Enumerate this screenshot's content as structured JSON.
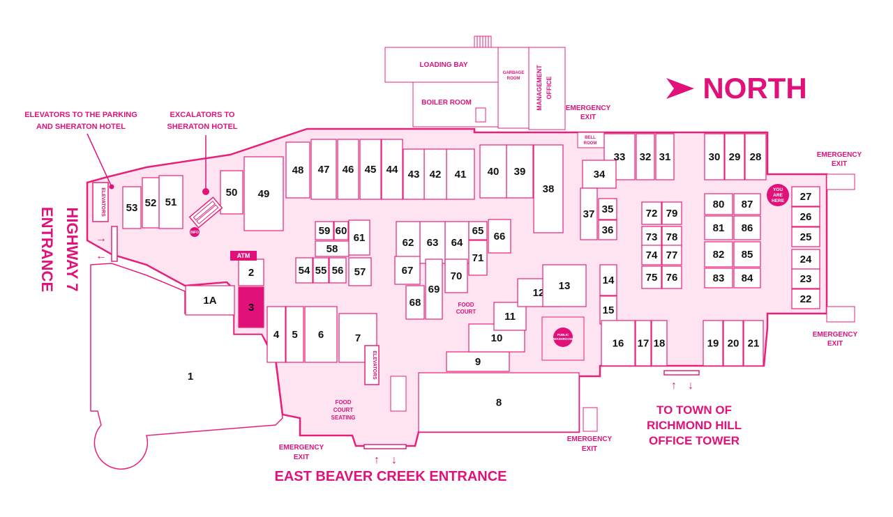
{
  "map": {
    "compass": "NORTH",
    "colors": {
      "accent": "#e0127a",
      "floor": "#fde4f0",
      "unit_fill": "#ffffff",
      "highlight": "#e0127a"
    },
    "units": {
      "u1": "1",
      "u1a": "1A",
      "u2": "2",
      "u3": "3",
      "u4": "4",
      "u5": "5",
      "u6": "6",
      "u7": "7",
      "u8": "8",
      "u9": "9",
      "u10": "10",
      "u11": "11",
      "u12": "12",
      "u13": "13",
      "u14": "14",
      "u15": "15",
      "u16": "16",
      "u17": "17",
      "u18": "18",
      "u19": "19",
      "u20": "20",
      "u21": "21",
      "u22": "22",
      "u23": "23",
      "u24": "24",
      "u25": "25",
      "u26": "26",
      "u27": "27",
      "u28": "28",
      "u29": "29",
      "u30": "30",
      "u31": "31",
      "u32": "32",
      "u33": "33",
      "u34": "34",
      "u35": "35",
      "u36": "36",
      "u37": "37",
      "u38": "38",
      "u39": "39",
      "u40": "40",
      "u41": "41",
      "u42": "42",
      "u43": "43",
      "u44": "44",
      "u45": "45",
      "u46": "46",
      "u47": "47",
      "u48": "48",
      "u49": "49",
      "u50": "50",
      "u51": "51",
      "u52": "52",
      "u53": "53",
      "u54": "54",
      "u55": "55",
      "u56": "56",
      "u57": "57",
      "u58": "58",
      "u59": "59",
      "u60": "60",
      "u61": "61",
      "u62": "62",
      "u63": "63",
      "u64": "64",
      "u65": "65",
      "u66": "66",
      "u67": "67",
      "u68": "68",
      "u69": "69",
      "u70": "70",
      "u71": "71",
      "u72": "72",
      "u73": "73",
      "u74": "74",
      "u75": "75",
      "u76": "76",
      "u77": "77",
      "u78": "78",
      "u79": "79",
      "u80": "80",
      "u81": "81",
      "u82": "82",
      "u83": "83",
      "u84": "84",
      "u85": "85",
      "u86": "86",
      "u87": "87"
    },
    "labels": {
      "loading_bay": "LOADING BAY",
      "boiler_room": "BOILER ROOM",
      "garbage_1": "GARBAGE",
      "garbage_2": "ROOM",
      "mgmt_1": "MANAGEMENT",
      "mgmt_2": "OFFICE",
      "emergency": "EMERGENCY",
      "exit": "EXIT",
      "bell_1": "BELL",
      "bell_2": "ROOM",
      "elev_parking_1": "ELEVATORS TO THE PARKING",
      "elev_parking_2": "AND SHERATON HOTEL",
      "escalators_1": "EXCALATORS TO",
      "escalators_2": "SHERATON HOTEL",
      "elevators": "ELEVATORS",
      "highway_1": "HIGHWAY 7",
      "highway_2": "ENTRANCE",
      "info": "INFO",
      "atm": "ATM",
      "food_court_1": "FOOD",
      "food_court_2": "COURT",
      "fc_seating_1": "FOOD",
      "fc_seating_2": "COURT",
      "fc_seating_3": "SEATING",
      "washroom_1": "PUBLIC",
      "washroom_2": "WASHROOM",
      "you_1": "YOU",
      "you_2": "ARE",
      "you_3": "HERE",
      "east_beaver": "EAST BEAVER CREEK ENTRANCE",
      "town_1": "TO TOWN OF",
      "town_2": "RICHMOND HILL",
      "town_3": "OFFICE TOWER",
      "arrow_up": "↑",
      "arrow_down": "↓",
      "arrow_right": "→",
      "arrow_left": "←"
    }
  }
}
